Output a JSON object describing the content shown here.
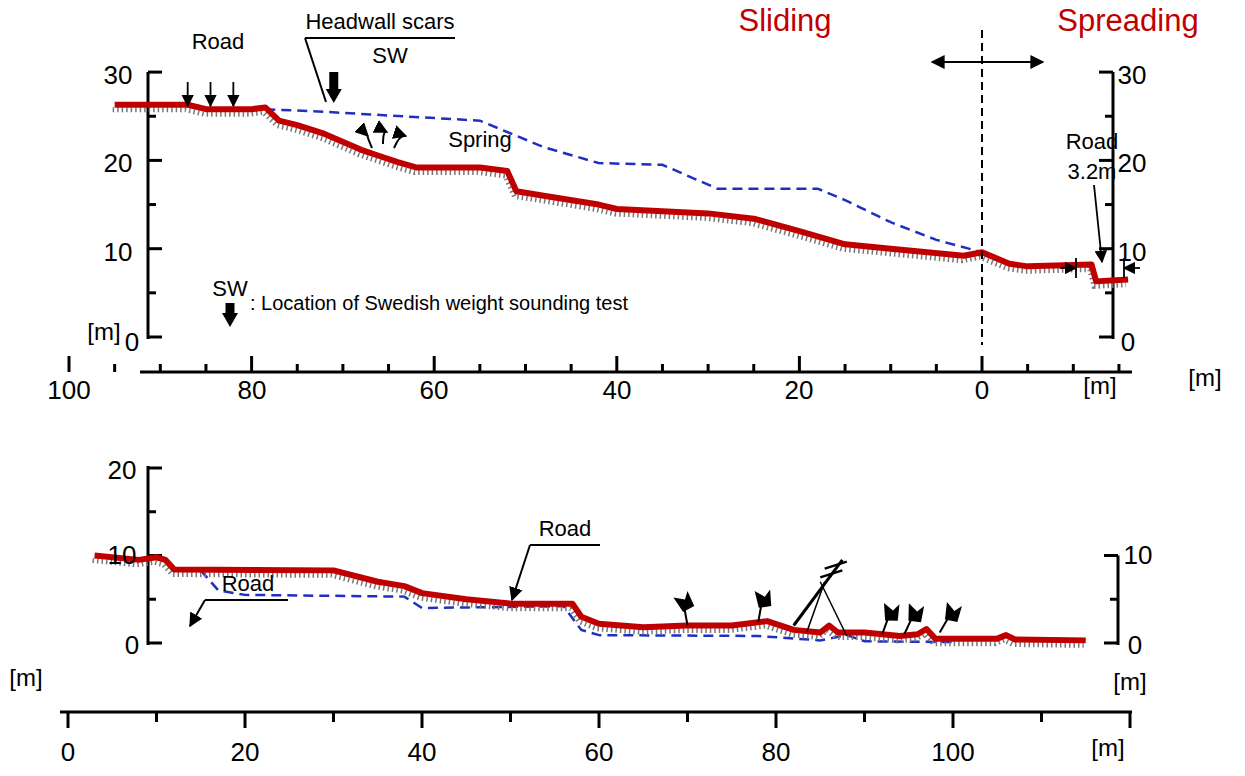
{
  "diagram": {
    "labels": [
      "Headwall scars",
      "Sliding",
      "Spreading",
      "Road",
      "SW",
      "Spring",
      "Road",
      "3.2m",
      "SW",
      ": Location of Swedish weight sounding test",
      "30",
      "20",
      "10",
      "0",
      "[m]",
      "30",
      "20",
      "10",
      "0",
      "[m]",
      "100",
      "80",
      "60",
      "40",
      "20",
      "0",
      "[m]",
      "20",
      "10",
      "0",
      "[m]",
      "Road",
      "Road",
      "10",
      "0",
      "[m]",
      "0",
      "20",
      "40",
      "60",
      "80",
      "100",
      "[m]"
    ]
  }
}
